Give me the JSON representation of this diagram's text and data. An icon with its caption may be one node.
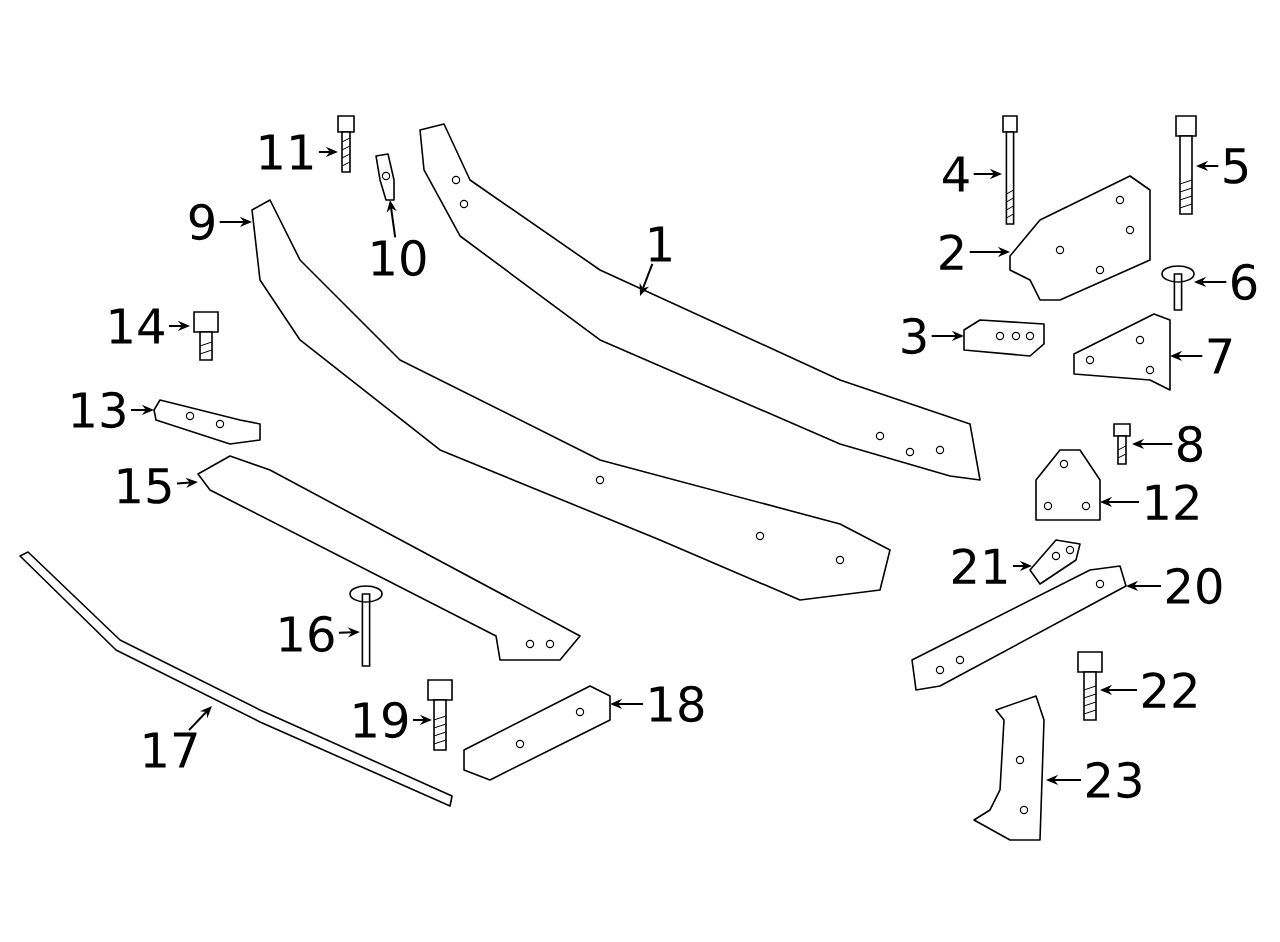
{
  "diagram": {
    "nodes": [
      {
        "text": [
          "1"
        ]
      },
      {
        "text": [
          "2"
        ]
      },
      {
        "text": [
          "3"
        ]
      },
      {
        "text": [
          "4"
        ]
      },
      {
        "text": [
          "5"
        ]
      },
      {
        "text": [
          "6"
        ]
      },
      {
        "text": [
          "7"
        ]
      },
      {
        "text": [
          "8"
        ]
      },
      {
        "text": [
          "9"
        ]
      },
      {
        "text": [
          "10"
        ]
      },
      {
        "text": [
          "11"
        ]
      },
      {
        "text": [
          "12"
        ]
      },
      {
        "text": [
          "13"
        ]
      },
      {
        "text": [
          "14"
        ]
      },
      {
        "text": [
          "15"
        ]
      },
      {
        "text": [
          "16"
        ]
      },
      {
        "text": [
          "17"
        ]
      },
      {
        "text": [
          "18"
        ]
      },
      {
        "text": [
          "19"
        ]
      },
      {
        "text": [
          "20"
        ]
      },
      {
        "text": [
          "21"
        ]
      },
      {
        "text": [
          "22"
        ]
      },
      {
        "text": [
          "23"
        ]
      },
      {
        "text": [],
        "shape": "picture"
      },
      {
        "text": [],
        "shape": "picture"
      },
      {
        "text": [],
        "shape": "picture"
      },
      {
        "text": [],
        "shape": "picture"
      },
      {
        "text": [],
        "shape": "picture"
      },
      {
        "text": [],
        "shape": "picture"
      },
      {
        "text": [],
        "shape": "picture"
      },
      {
        "text": [],
        "shape": "picture"
      },
      {
        "text": [],
        "shape": "picture"
      },
      {
        "text": [],
        "shape": "picture"
      },
      {
        "text": [],
        "shape": "picture"
      },
      {
        "text": [],
        "shape": "picture"
      },
      {
        "text": [],
        "shape": "picture"
      },
      {
        "text": [],
        "shape": "picture"
      },
      {
        "text": [],
        "shape": "picture"
      },
      {
        "text": [],
        "shape": "picture"
      },
      {
        "text": [],
        "shape": "picture"
      },
      {
        "text": [],
        "shape": "picture"
      },
      {
        "text": [],
        "shape": "picture"
      },
      {
        "text": [],
        "shape": "picture"
      },
      {
        "text": [],
        "shape": "picture"
      },
      {
        "text": [],
        "shape": "picture"
      },
      {
        "text": [],
        "shape": "picture"
      }
    ],
    "edges": [
      {
        "from": 0,
        "to": 23,
        "arrow": "to"
      },
      {
        "from": 1,
        "to": 24,
        "arrow": "to"
      },
      {
        "from": 2,
        "to": 25,
        "arrow": "to"
      },
      {
        "from": 3,
        "to": 26,
        "arrow": "to"
      },
      {
        "from": 4,
        "to": 27,
        "arrow": "to"
      },
      {
        "from": 5,
        "to": 28,
        "arrow": "to"
      },
      {
        "from": 6,
        "to": 29,
        "arrow": "to"
      },
      {
        "from": 7,
        "to": 30,
        "arrow": "to"
      },
      {
        "from": 8,
        "to": 31,
        "arrow": "to"
      },
      {
        "from": 9,
        "to": 32,
        "arrow": "to"
      },
      {
        "from": 10,
        "to": 33,
        "arrow": "to"
      },
      {
        "from": 11,
        "to": 34,
        "arrow": "to"
      },
      {
        "from": 12,
        "to": 35,
        "arrow": "to"
      },
      {
        "from": 13,
        "to": 36,
        "arrow": "to"
      },
      {
        "from": 14,
        "to": 37,
        "arrow": "to"
      },
      {
        "from": 15,
        "to": 38,
        "arrow": "to"
      },
      {
        "from": 16,
        "to": 39,
        "arrow": "to"
      },
      {
        "from": 17,
        "to": 40,
        "arrow": "to"
      },
      {
        "from": 18,
        "to": 41,
        "arrow": "to"
      },
      {
        "from": 19,
        "to": 42,
        "arrow": "to"
      },
      {
        "from": 20,
        "to": 43,
        "arrow": "to"
      },
      {
        "from": 21,
        "to": 44,
        "arrow": "to"
      },
      {
        "from": 22,
        "to": 45,
        "arrow": "to"
      }
    ]
  }
}
